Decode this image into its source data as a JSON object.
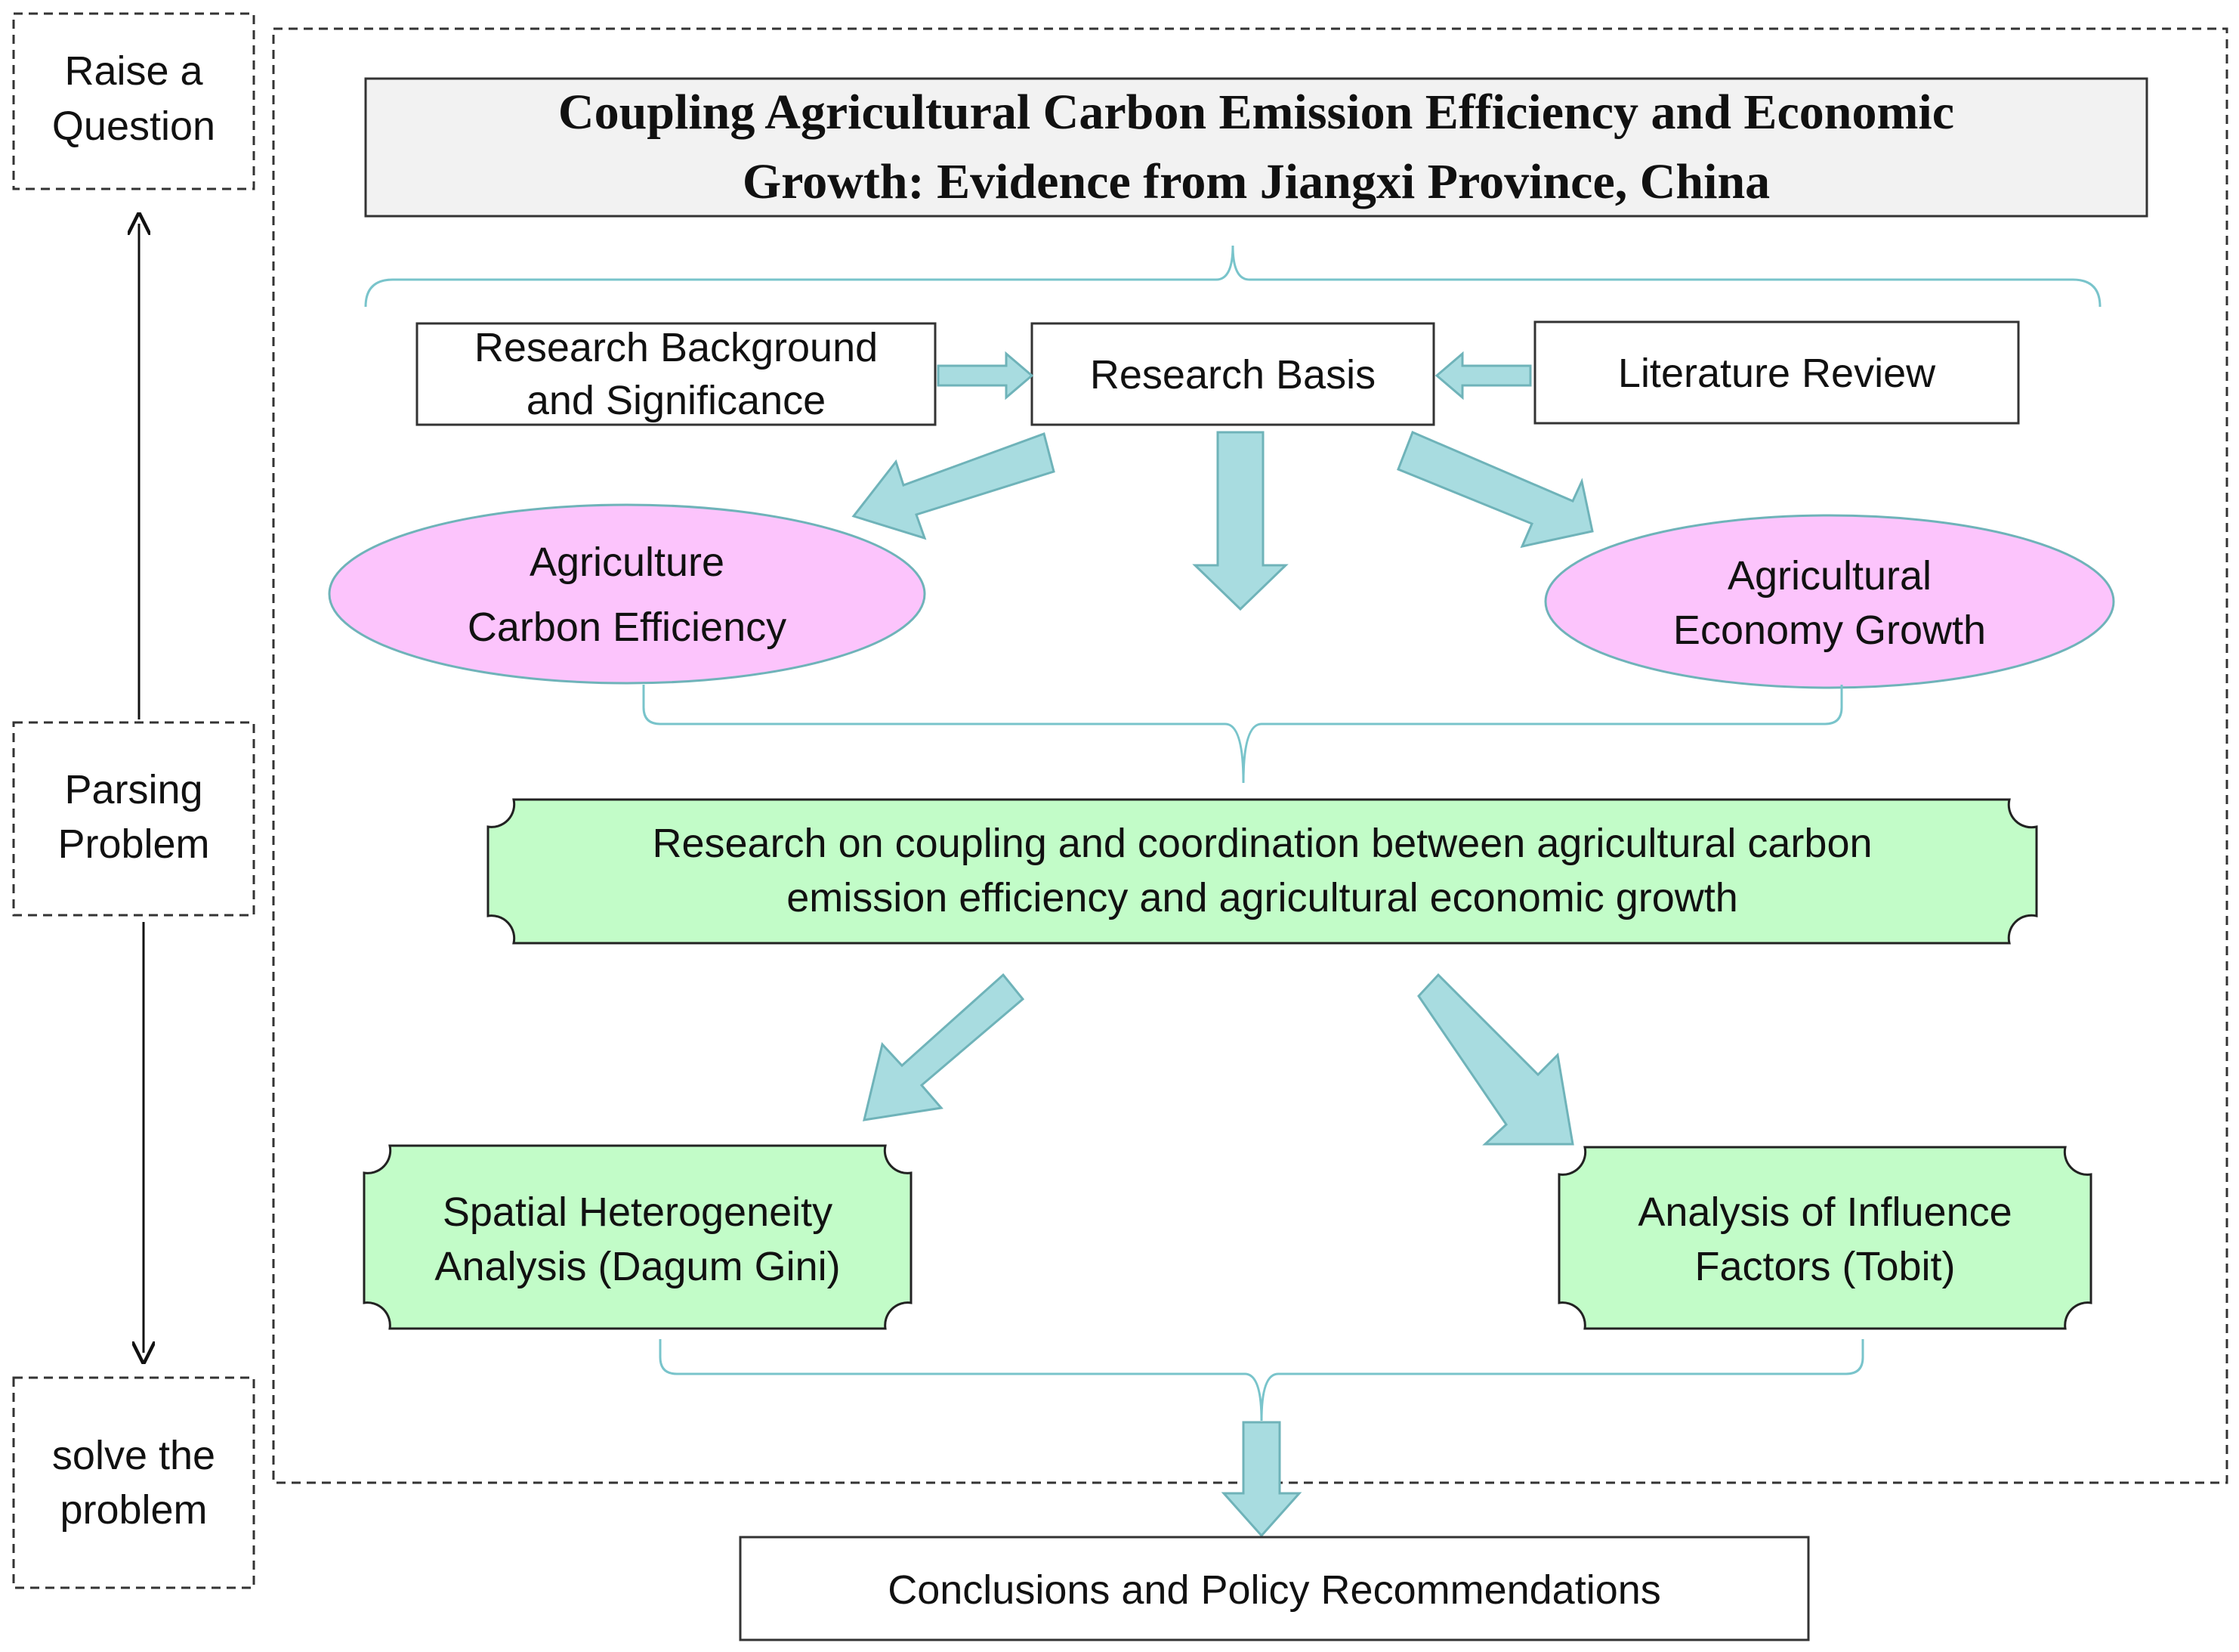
{
  "stages": {
    "raise": [
      "Raise a",
      "Question"
    ],
    "parse": [
      "Parsing",
      "Problem"
    ],
    "solve": [
      "solve the",
      "problem"
    ]
  },
  "title": [
    "Coupling Agricultural Carbon Emission Efficiency and Economic",
    "Growth: Evidence from Jiangxi Province, China"
  ],
  "boxes": {
    "background": [
      "Research Background",
      "and Significance"
    ],
    "basis": "Research Basis",
    "literature": "Literature Review",
    "carbon": [
      "Agriculture",
      "Carbon Efficiency"
    ],
    "economy": [
      "Agricultural",
      "Economy Growth"
    ],
    "coupling": [
      "Research on coupling and coordination between agricultural carbon",
      "emission efficiency and agricultural economic growth"
    ],
    "spatial": [
      "Spatial Heterogeneity",
      "Analysis (Dagum Gini)"
    ],
    "factors": [
      "Analysis of Influence",
      "Factors (Tobit)"
    ],
    "conclusion": "Conclusions and Policy Recommendations"
  },
  "colors": {
    "arrow_fill": "#a8dce0",
    "arrow_stroke": "#6fb3b9",
    "brace": "#79c4cb",
    "ellipse_fill": "#fcc4fc",
    "green_fill": "#c2fcc8",
    "title_fill": "#f2f2f2"
  }
}
